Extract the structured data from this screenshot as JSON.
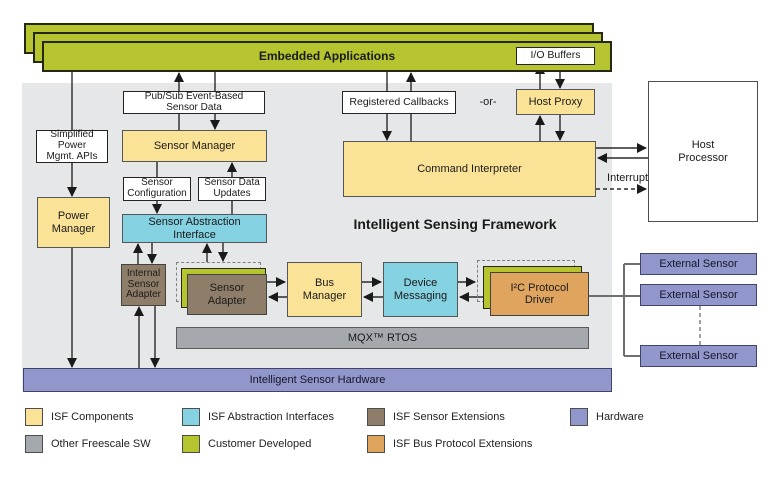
{
  "palette": {
    "yellow": "#fae296",
    "cyan": "#85d2e2",
    "green": "#b5c42f",
    "brown": "#8e7e69",
    "orange": "#dfa55f",
    "purple": "#9197ca",
    "gray": "#a5a8ac",
    "bggray": "#e6e7e8"
  },
  "app": {
    "embedded_applications": "Embedded Applications",
    "io_buffers": "I/O Buffers"
  },
  "framework": {
    "title": "Intelligent Sensing Framework",
    "pub_sub": "Pub/Sub Event-Based\nSensor Data",
    "sensor_manager": "Sensor Manager",
    "simplified_power": "Simplified\nPower\nMgmt. APIs",
    "power_manager": "Power\nManager",
    "sensor_configuration": "Sensor\nConfiguration",
    "sensor_data_updates": "Sensor Data\nUpdates",
    "sensor_abstraction_interface": "Sensor Abstraction\nInterface",
    "internal_sensor_adapter": "Internal\nSensor\nAdapter",
    "sensor_adapter": "Sensor\nAdapter",
    "bus_manager": "Bus\nManager",
    "device_messaging": "Device\nMessaging",
    "i2c_protocol_driver": "I²C Protocol\nDriver",
    "registered_callbacks": "Registered Callbacks",
    "or_label": "-or-",
    "host_proxy": "Host Proxy",
    "command_interpreter": "Command Interpreter",
    "interrupt_label": "Interrupt",
    "mqx_rtos": "MQX™ RTOS"
  },
  "hardware": {
    "intelligent_sensor_hardware": "Intelligent Sensor Hardware",
    "host_processor": "Host\nProcessor",
    "external_sensors": [
      "External Sensor",
      "External Sensor",
      "External Sensor"
    ]
  },
  "legend": {
    "items": [
      {
        "label": "ISF Components",
        "color": "#fae296"
      },
      {
        "label": "Other Freescale SW",
        "color": "#a5a8ac"
      },
      {
        "label": "ISF Abstraction Interfaces",
        "color": "#85d2e2"
      },
      {
        "label": "Customer Developed",
        "color": "#b5c42f"
      },
      {
        "label": "ISF Sensor Extensions",
        "color": "#8e7e69"
      },
      {
        "label": "ISF Bus Protocol Extensions",
        "color": "#dfa55f"
      },
      {
        "label": "Hardware",
        "color": "#9197ca"
      }
    ]
  }
}
